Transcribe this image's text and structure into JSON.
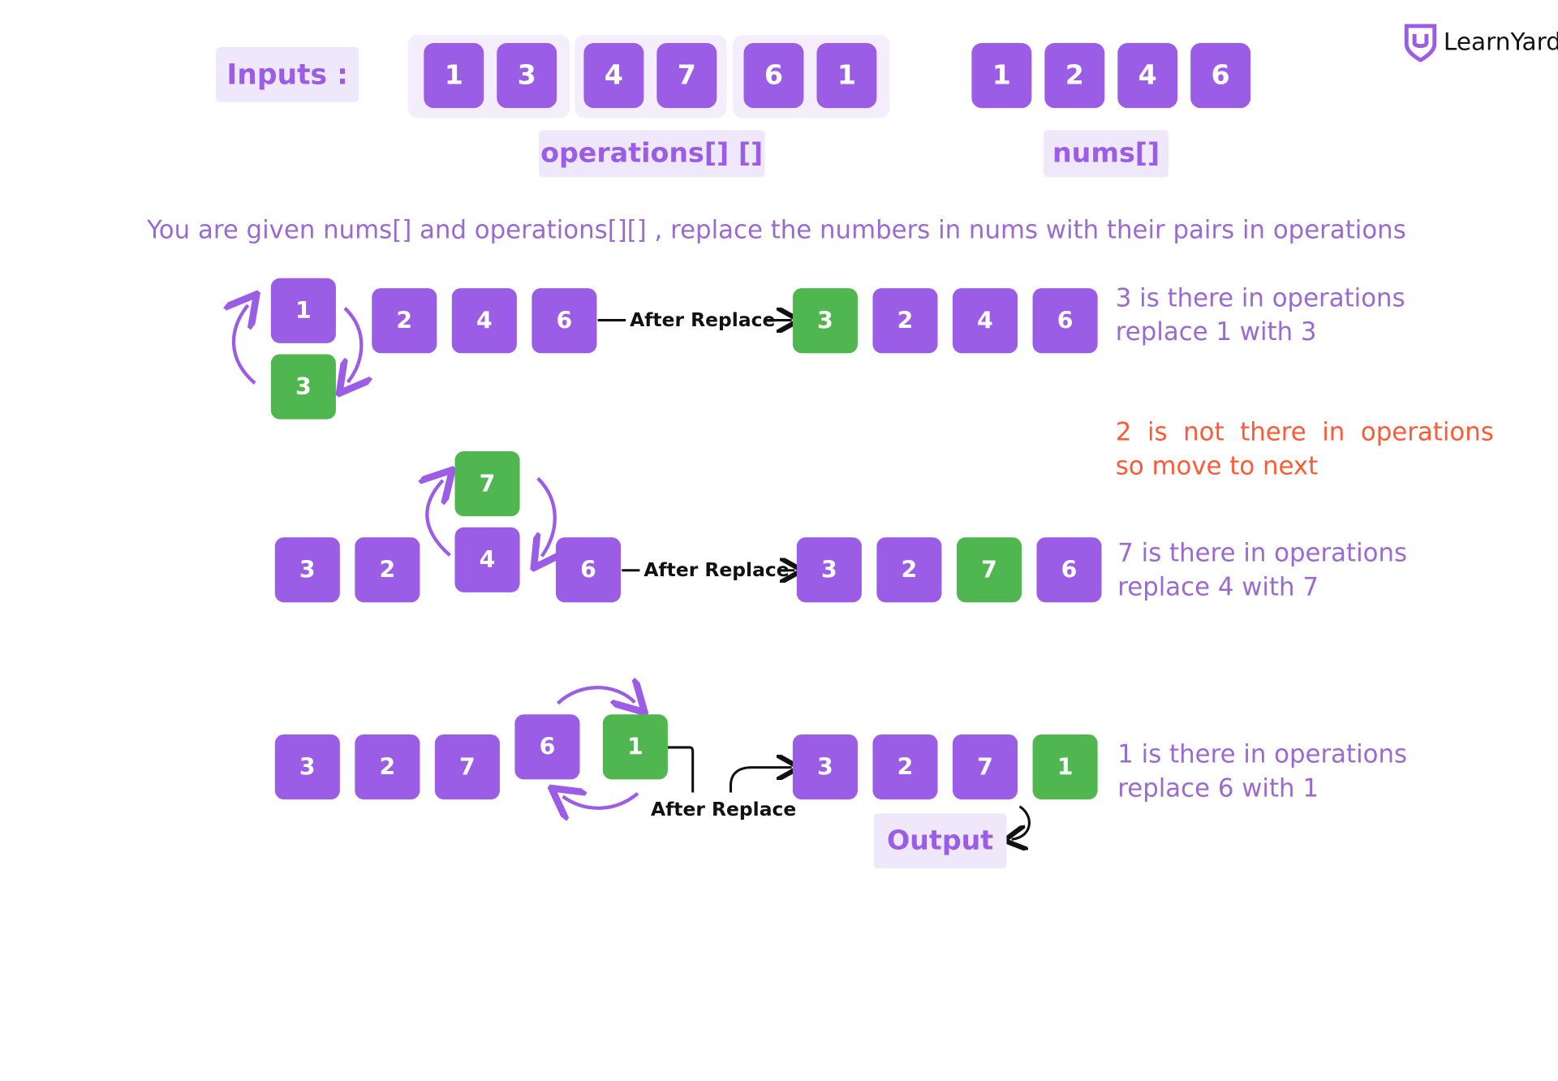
{
  "logo": {
    "text": "LearnYard"
  },
  "inputs_label": "Inputs :",
  "operations": [
    [
      "1",
      "3"
    ],
    [
      "4",
      "7"
    ],
    [
      "6",
      "1"
    ]
  ],
  "operations_label": "operations[] []",
  "nums": [
    "1",
    "2",
    "4",
    "6"
  ],
  "nums_label": "nums[]",
  "description": "You are given nums[] and operations[][] , replace the numbers in nums with their pairs in operations",
  "after_replace": "After Replace",
  "step1": {
    "swap_top": "1",
    "swap_bottom": "3",
    "before_rest": [
      "2",
      "4",
      "6"
    ],
    "after": [
      "3",
      "2",
      "4",
      "6"
    ],
    "note1": "3 is there in operations",
    "note2": "replace 1 with 3"
  },
  "skip_note": {
    "line1": "2  is  not  there  in  operations",
    "line2": "so move to next"
  },
  "step2": {
    "before_left": [
      "3",
      "2"
    ],
    "swap_top": "7",
    "swap_bottom": "4",
    "before_right": "6",
    "after": [
      "3",
      "2",
      "7",
      "6"
    ],
    "note1": "7 is there in operations",
    "note2": "replace 4 with 7"
  },
  "step3": {
    "before_left": [
      "3",
      "2",
      "7"
    ],
    "swap_left": "6",
    "swap_right": "1",
    "after": [
      "3",
      "2",
      "7",
      "1"
    ],
    "note1": "1 is there in operations",
    "note2": "replace 6 with 1"
  },
  "output_label": "Output",
  "colors": {
    "purple": "#9b5de5",
    "green": "#50b750",
    "orange": "#ff5a36",
    "label_bg": "#efe8fb"
  }
}
